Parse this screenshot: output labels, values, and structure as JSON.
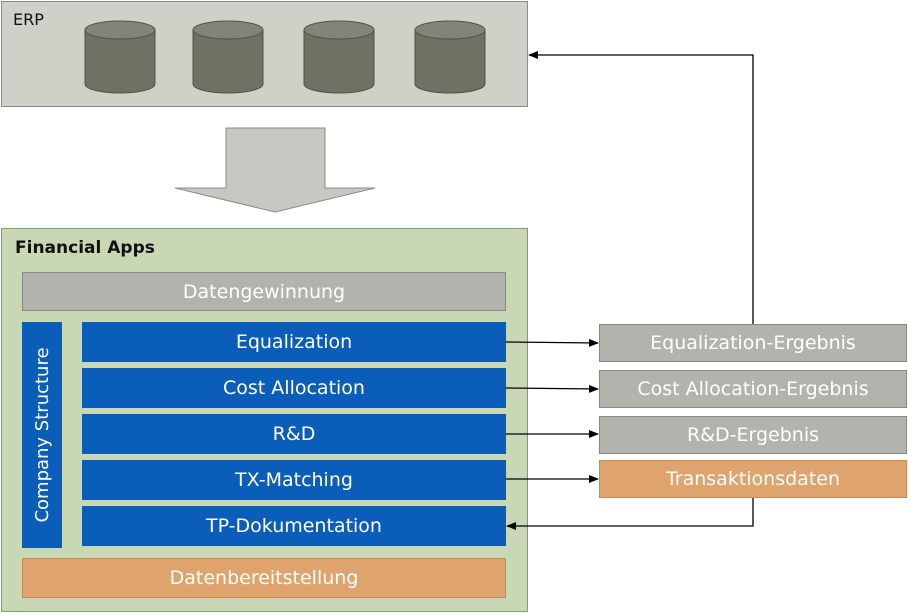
{
  "erp": {
    "title": "ERP",
    "databases": [
      {
        "icon": "database-icon"
      },
      {
        "icon": "database-icon"
      },
      {
        "icon": "database-icon"
      },
      {
        "icon": "database-icon"
      }
    ]
  },
  "financial_apps": {
    "title": "Financial Apps",
    "top_bar": "Datengewinnung",
    "side_label": "Company Structure",
    "modules": [
      "Equalization",
      "Cost Allocation",
      "R&D",
      "TX-Matching",
      "TP-Dokumentation"
    ],
    "bottom_bar": "Datenbereitstellung"
  },
  "outputs": {
    "equalization_result": "Equalization-Ergebnis",
    "cost_allocation_result": "Cost Allocation-Ergebnis",
    "rd_result": "R&D-Ergebnis",
    "transaction_data": "Transaktionsdaten"
  },
  "colors": {
    "module_blue": "#0a5db8",
    "gray_box": "#b3b3ad",
    "orange_box": "#dfa46e",
    "green_panel": "#c8d8b4",
    "erp_panel": "#d0d0c8"
  }
}
